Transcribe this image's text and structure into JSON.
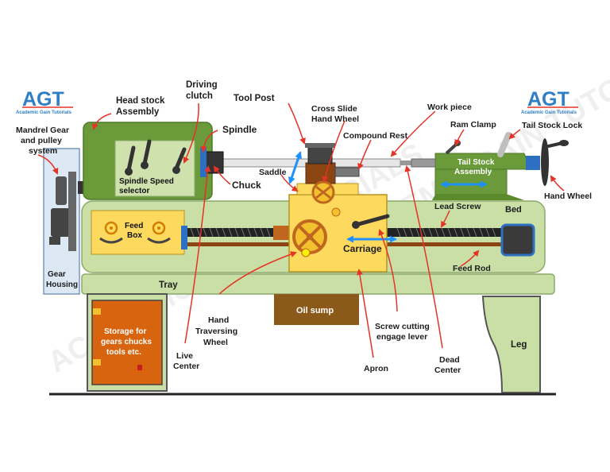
{
  "logo": {
    "mark": "AGT",
    "caption": "Academic Gain Tutorials"
  },
  "watermark": "ACADEMIC GAIN TUTORIALS",
  "colors": {
    "head_stock": "#6a9a3a",
    "inner_panel": "#cfe2ae",
    "bed": "#c9dfa6",
    "apron": "#fdd95e",
    "feed_box": "#fdd95e",
    "storage": "#d9640f",
    "oil_sump": "#8b5a1a",
    "tail_stock": "#6a9a3a",
    "arrow": "#e53327",
    "motion_arrow": "#1e90ff",
    "gear": "#555555",
    "floor": "#222222"
  },
  "labels": {
    "head_stock": "Head stock Assembly",
    "driving_clutch": "Driving clutch",
    "tool_post": "Tool Post",
    "cross_slide": "Cross Slide Hand Wheel",
    "work_piece": "Work piece",
    "ram_clamp": "Ram Clamp",
    "tail_stock_lock": "Tail Stock Lock",
    "mandrel": "Mandrel Gear and pulley system",
    "spindle": "Spindle",
    "compound_rest": "Compound Rest",
    "saddle": "Saddle",
    "chuck": "Chuck",
    "hand_wheel": "Hand Wheel",
    "lead_screw": "Lead Screw",
    "bed": "Bed",
    "feed_rod": "Feed Rod",
    "gear_housing": "Gear Housing",
    "tray": "Tray",
    "oil_sump": "Oil sump",
    "hand_traversing": "Hand Traversing Wheel",
    "screw_cutting": "Screw cutting engage lever",
    "live_center": "Live Center",
    "apron": "Apron",
    "dead_center": "Dead Center",
    "leg": "Leg",
    "spindle_speed": "Spindle Speed selector",
    "feed_box": "Feed Box",
    "carriage": "Carriage",
    "tail_stock_assembly": "Tail Stock Assembly",
    "storage": "Storage for gears chucks tools etc."
  }
}
